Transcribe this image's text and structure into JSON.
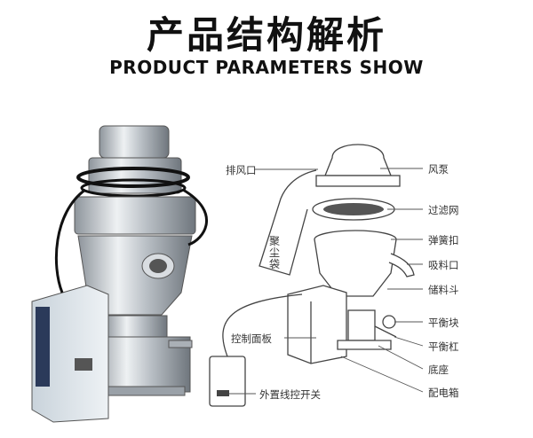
{
  "header": {
    "title_cn": "产品结构解析",
    "title_en": "PRODUCT PARAMETERS SHOW"
  },
  "labels": {
    "exhaust_port": "排风口",
    "control_panel": "控制面板",
    "external_switch": "外置线控开关",
    "dust_bag": "聚尘袋",
    "fan_pump": "风泵",
    "filter_mesh": "过滤网",
    "spring_clip": "弹簧扣",
    "suction_port": "吸料口",
    "hopper": "储料斗",
    "balance_block": "平衡块",
    "balance_bar": "平衡杠",
    "base": "底座",
    "distribution_box": "配电箱"
  },
  "colors": {
    "line": "#444444",
    "metal": "#c8cdd2",
    "box": "#dfe7ee"
  }
}
